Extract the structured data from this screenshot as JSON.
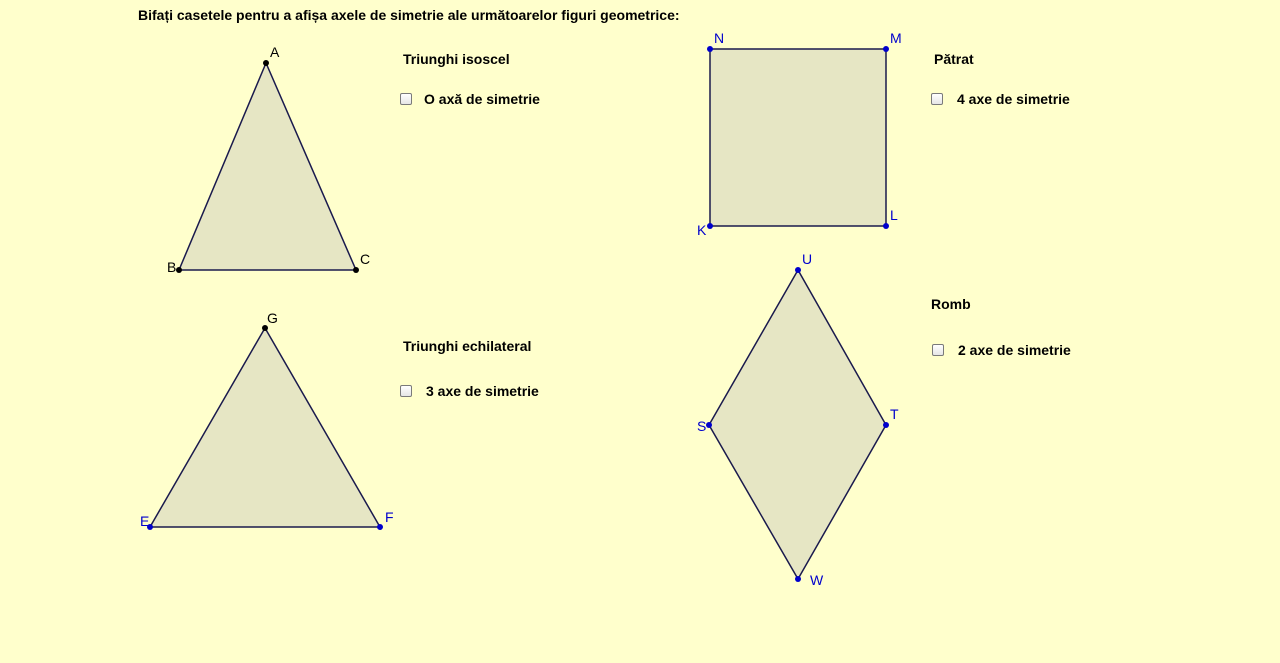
{
  "instruction": "Bifați casetele pentru a afișa axele de simetrie ale următoarelor figuri geometrice:",
  "colors": {
    "background": "#ffffcc",
    "fill": "#e6e6c4",
    "black_point": "#000000",
    "blue_point": "#0000cc"
  },
  "figures": {
    "isosceles": {
      "title": "Triunghi isoscel",
      "checkbox_label": "O axă de simetrie",
      "vertices": {
        "a": "A",
        "b": "B",
        "c": "C"
      }
    },
    "equilateral": {
      "title": "Triunghi echilateral",
      "checkbox_label": "3 axe de simetrie",
      "vertices": {
        "g": "G",
        "e": "E",
        "f": "F"
      }
    },
    "square": {
      "title": "Pătrat",
      "checkbox_label": "4 axe de simetrie",
      "vertices": {
        "n": "N",
        "m": "M",
        "k": "K",
        "l": "L"
      }
    },
    "rhombus": {
      "title": "Romb",
      "checkbox_label": "2 axe de simetrie",
      "vertices": {
        "u": "U",
        "s": "S",
        "t": "T",
        "w": "W"
      }
    }
  }
}
